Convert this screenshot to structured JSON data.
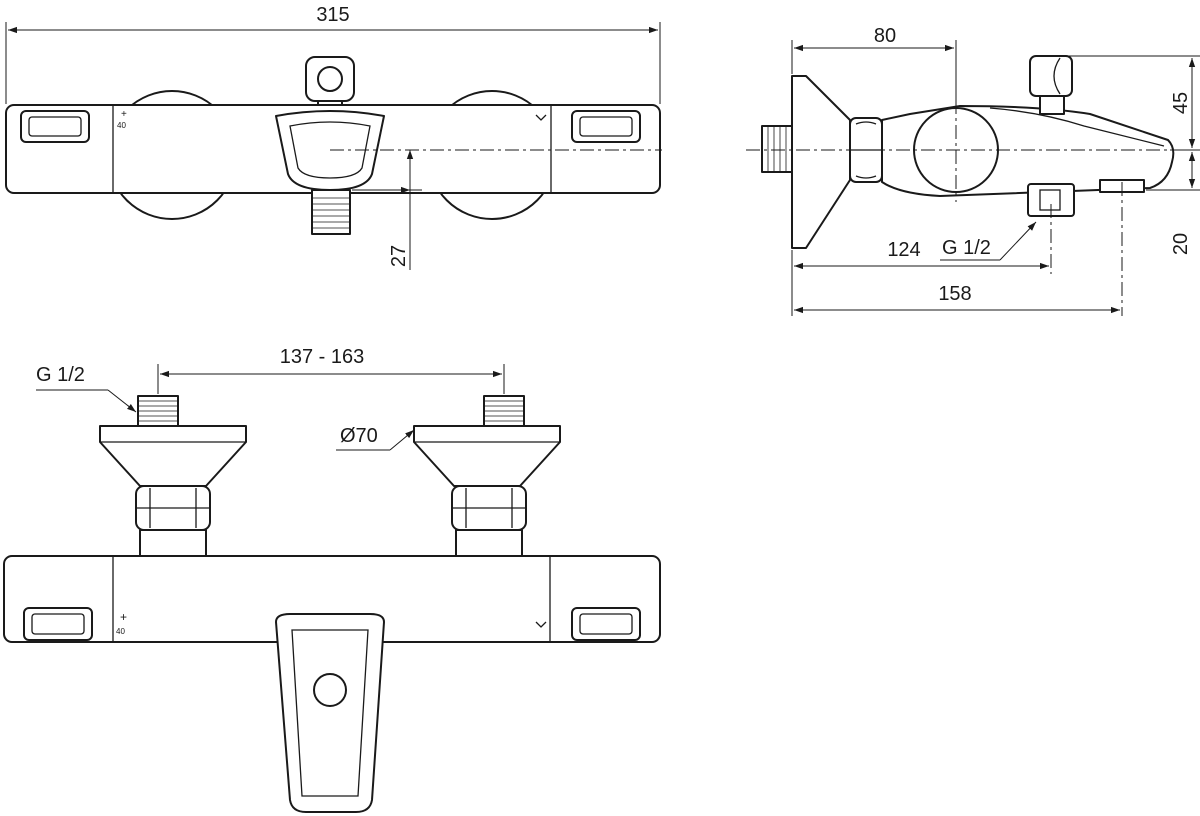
{
  "colors": {
    "line": "#1a1a1a",
    "background": "#ffffff"
  },
  "dimensions": {
    "overall_width": "315",
    "outlet_height": "27",
    "wall_projection": "80",
    "spout_above_axis": "45",
    "spout_below_axis": "20",
    "outlet_distance": "124",
    "spout_distance": "158",
    "connection_spacing": "137 - 163",
    "rosette_diameter": "Ø70"
  },
  "threads": {
    "side_outlet": "G 1/2",
    "inlet": "G 1/2"
  },
  "control_marks": {
    "temperature_stop": "40",
    "plus_sign": "+"
  }
}
